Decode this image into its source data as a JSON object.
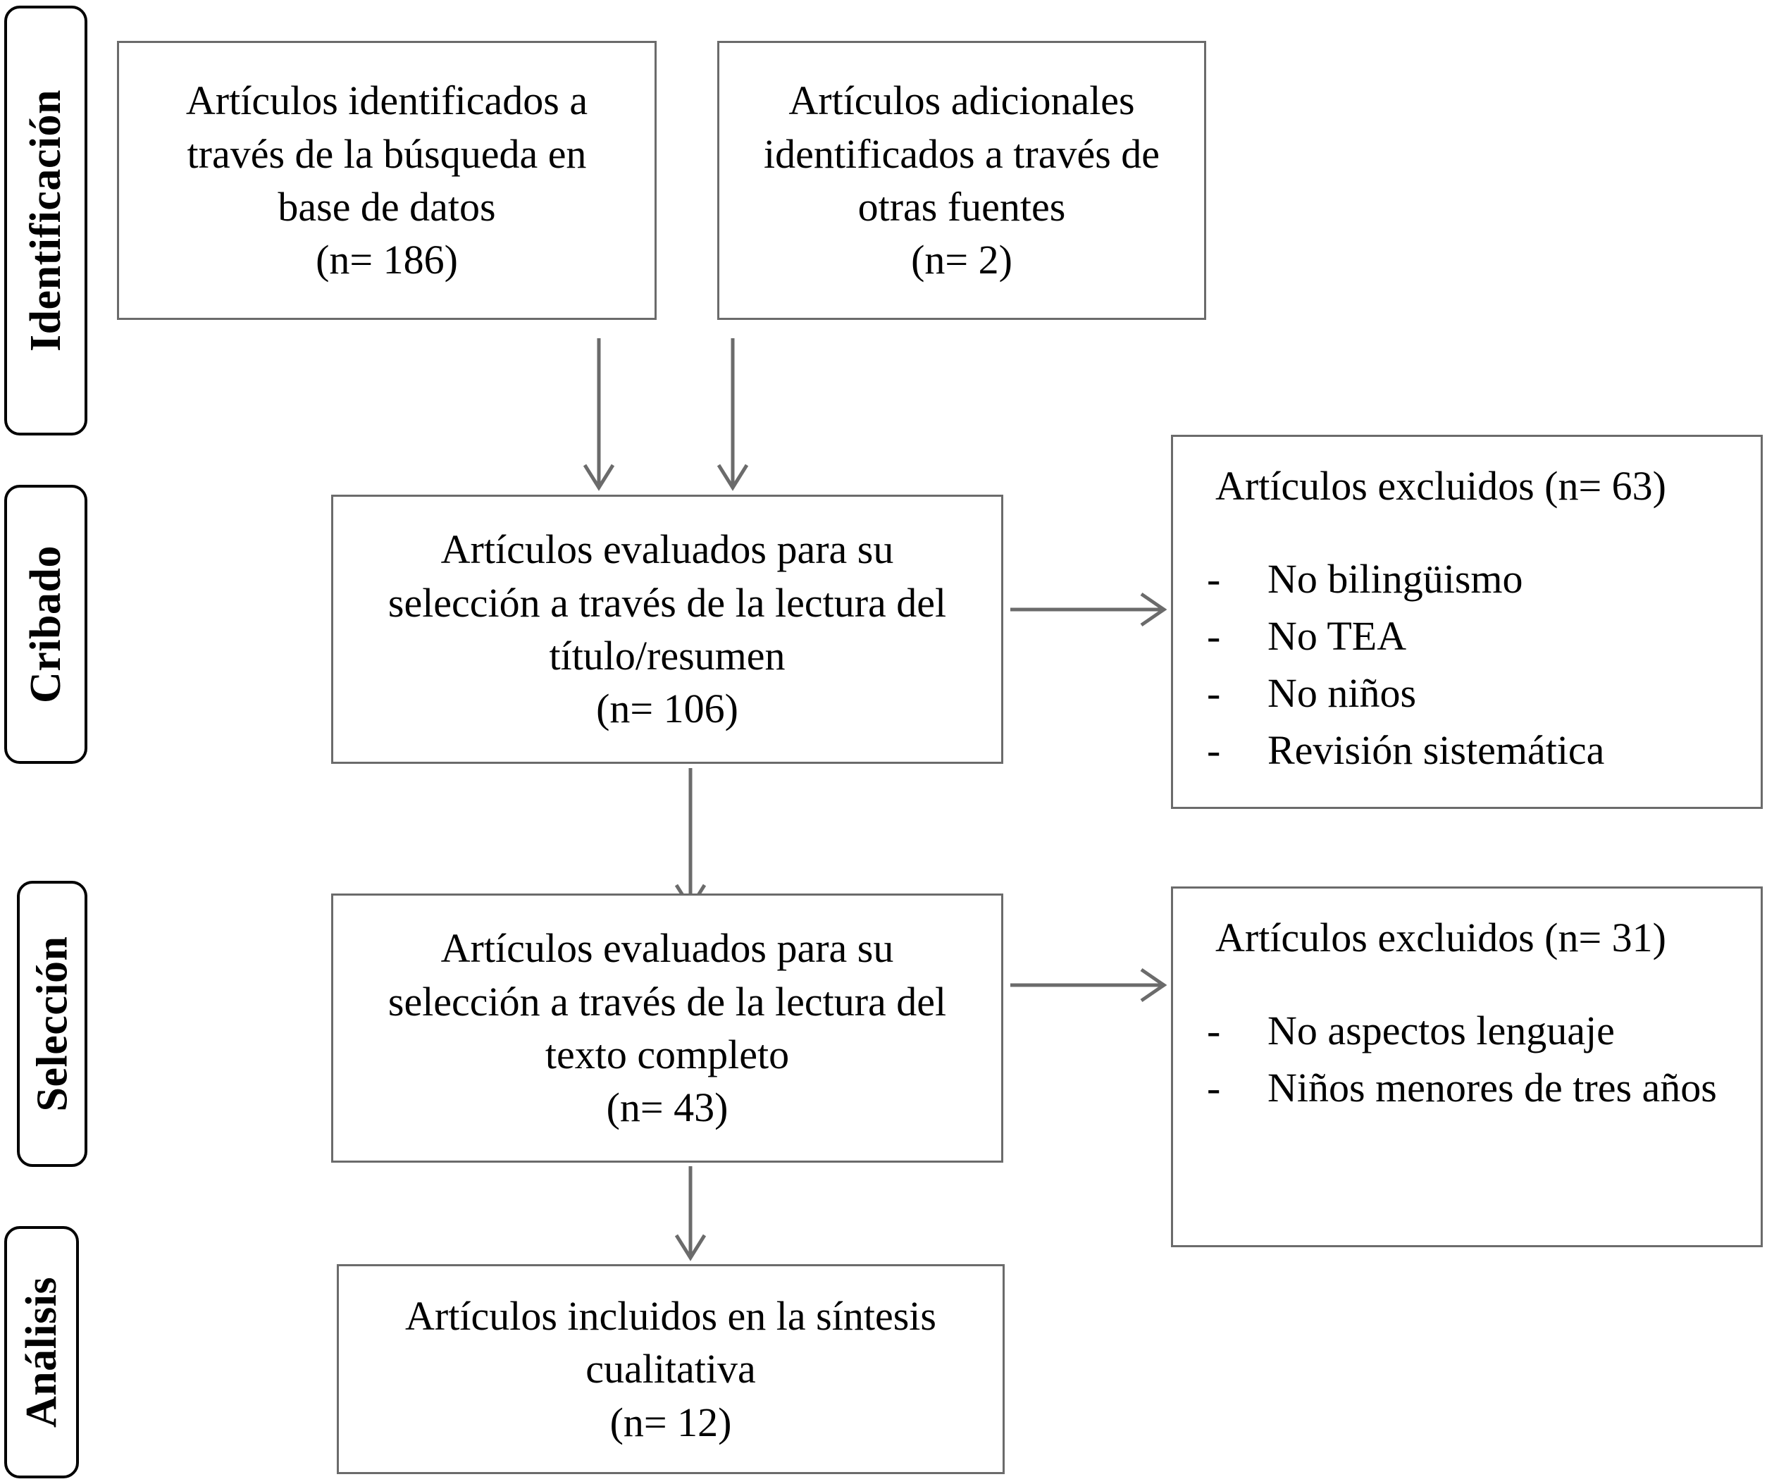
{
  "diagram": {
    "title": "PRISMA flow diagram",
    "line_color": "#6b6b6b",
    "stage_border_color": "#000000",
    "background": "#ffffff"
  },
  "stages": [
    {
      "id": "identificacion",
      "label": "Identificación"
    },
    {
      "id": "cribado",
      "label": "Cribado"
    },
    {
      "id": "seleccion",
      "label": "Selección"
    },
    {
      "id": "analisis",
      "label": "Análisis"
    }
  ],
  "boxes": {
    "identified_db": {
      "lines": [
        "Artículos identificados a",
        "través de la búsqueda en",
        "base de datos",
        "(n= 186)"
      ],
      "count_label": "(n= 186)",
      "count": 186
    },
    "identified_other": {
      "lines": [
        "Artículos adicionales",
        "identificados a través de",
        "otras fuentes",
        "(n= 2)"
      ],
      "count_label": "(n= 2)",
      "count": 2
    },
    "screened_title_abstract": {
      "lines": [
        "Artículos evaluados para su",
        "selección a través de la lectura del",
        "título/resumen",
        "(n= 106)"
      ],
      "count_label": "(n= 106)",
      "count": 106
    },
    "screened_fulltext": {
      "lines": [
        "Artículos evaluados para su",
        "selección a través de la lectura del",
        "texto completo",
        "(n= 43)"
      ],
      "count_label": "(n= 43)",
      "count": 43
    },
    "included": {
      "lines": [
        "Artículos incluidos en la síntesis",
        "cualitativa",
        "(n= 12)"
      ],
      "count_label": "(n= 12)",
      "count": 12
    }
  },
  "excluded_screening": {
    "title": "Artículos excluidos (n= 63)",
    "count": 63,
    "bullet_marker": "-",
    "reasons": [
      "No bilingüismo",
      "No TEA",
      "No niños",
      "Revisión sistemática"
    ]
  },
  "excluded_eligibility": {
    "title": "Artículos excluidos (n= 31)",
    "count": 31,
    "bullet_marker": "-",
    "reasons": [
      "No aspectos lenguaje",
      "Niños menores de tres años"
    ]
  }
}
